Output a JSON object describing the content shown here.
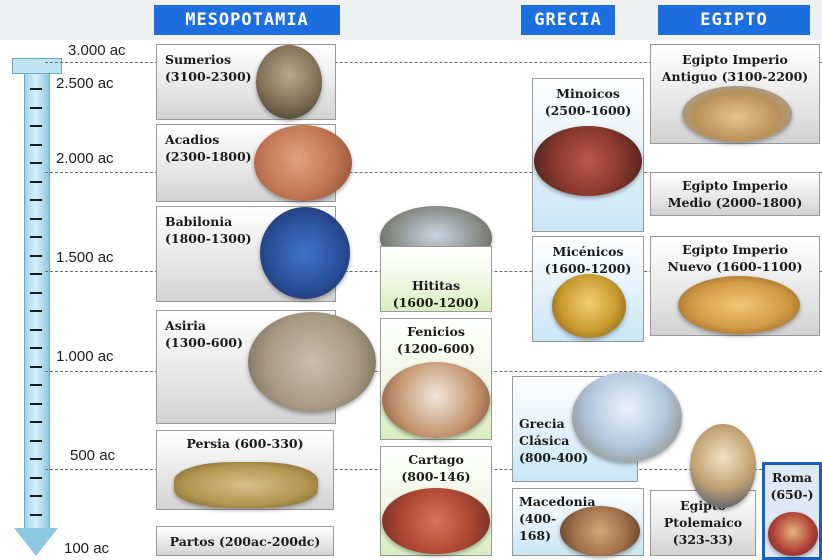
{
  "headers": {
    "mesopotamia": "MESOPOTAMIA",
    "grecia": "GRECIA",
    "egipto": "EGIPTO"
  },
  "timeline": {
    "labels": [
      "3.000 ac",
      "2.500 ac",
      "2.000 ac",
      "1.500 ac",
      "1.000 ac",
      "500 ac",
      "100 ac"
    ]
  },
  "mesopotamia": {
    "sumerios": {
      "name": "Sumerios",
      "dates": "(3100-2300)"
    },
    "acadios": {
      "name": "Acadios",
      "dates": "(2300-1800)"
    },
    "babilonia": {
      "name": "Babilonia",
      "dates": "(1800-1300)"
    },
    "asiria": {
      "name": "Asiria",
      "dates": "(1300-600)"
    },
    "persia": {
      "name": "Persia (600-330)"
    },
    "partos": {
      "name": "Partos (200ac-200dc)"
    }
  },
  "middle": {
    "hititas": {
      "name": "Hititas",
      "dates": "(1600-1200)"
    },
    "fenicios": {
      "name": "Fenicios",
      "dates": "(1200-600)"
    },
    "cartago": {
      "name": "Cartago",
      "dates": "(800-146)"
    }
  },
  "grecia": {
    "minoicos": {
      "name": "Minoicos",
      "dates": "(2500-1600)"
    },
    "micenicos": {
      "name": "Micénicos",
      "dates": "(1600-1200)"
    },
    "clasica": {
      "line1": "Grecia",
      "line2": "Clásica",
      "dates": "(800-400)"
    },
    "macedonia": {
      "name": "Macedonia",
      "line2": "(400-",
      "line3": "168)"
    }
  },
  "egipto": {
    "antiguo": {
      "line1": "Egipto Imperio",
      "line2": "Antiguo (3100-2200)"
    },
    "medio": {
      "line1": "Egipto Imperio",
      "line2": "Medio (2000-1800)"
    },
    "nuevo": {
      "line1": "Egipto Imperio",
      "line2": "Nuevo (1600-1100)"
    },
    "ptolemaico": {
      "line1": "Egipto",
      "line2": "Ptolemaico",
      "dates": "(323-33)"
    }
  },
  "roma": {
    "name": "Roma",
    "dates": "(650-)"
  },
  "colors": {
    "header": "#1d6fe0",
    "roma_border": "#1b5fc0"
  }
}
